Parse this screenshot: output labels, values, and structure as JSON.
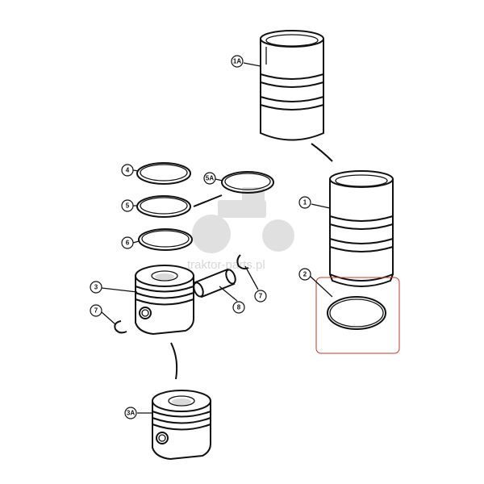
{
  "diagram": {
    "watermark": "traktor-parts.pl",
    "highlight_color": "#c0392b",
    "callouts": [
      {
        "id": "1A",
        "label": "1A"
      },
      {
        "id": "1",
        "label": "1"
      },
      {
        "id": "2",
        "label": "2"
      },
      {
        "id": "4",
        "label": "4"
      },
      {
        "id": "5A",
        "label": "5A"
      },
      {
        "id": "5",
        "label": "5"
      },
      {
        "id": "6",
        "label": "6"
      },
      {
        "id": "3",
        "label": "3"
      },
      {
        "id": "7a",
        "label": "7"
      },
      {
        "id": "7b",
        "label": "7"
      },
      {
        "id": "8",
        "label": "8"
      },
      {
        "id": "3A",
        "label": "3A"
      }
    ]
  }
}
